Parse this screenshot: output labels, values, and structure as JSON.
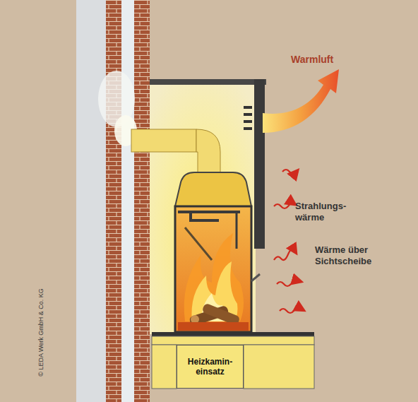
{
  "diagram": {
    "nodes": [
      {
        "text": [
          "Heizkamin- einsatz"
        ]
      }
    ],
    "labels": [
      "Warmluft",
      "Strahlungs- wärme",
      "Wärme über Sichtscheibe",
      "© LEDA Werk GmbH & Co. KG"
    ]
  }
}
